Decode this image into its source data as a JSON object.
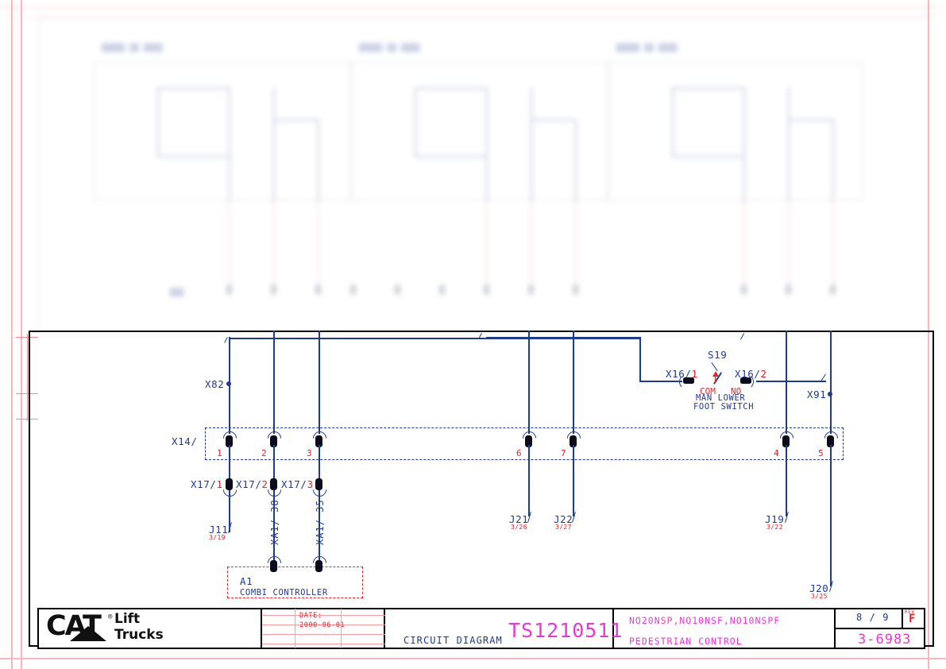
{
  "document": {
    "type": "circuit-diagram",
    "drawing_number": "TS1210511",
    "caption": "CIRCUIT DIAGRAM",
    "models": "NO20NSP,NO10NSF,NO10NSPF",
    "subject": "PEDESTRIAN CONTROL",
    "sheet": "8 / 9",
    "rev_label": "REV",
    "rev_value": "F",
    "part_number": "3-6983",
    "date_label": "DATE:",
    "date_value": "2000-06-01",
    "brand_cat": "CAT",
    "brand_reg": "®",
    "brand_line1": "Lift",
    "brand_line2": "Trucks"
  },
  "colors": {
    "wire_blue": "#1f3a93",
    "annotation_red": "#e8232a",
    "magenta": "#e83ad2",
    "pin_black": "#0b0b1a",
    "border_black": "#000000",
    "margin_pink": "#f7b9bd"
  },
  "schematic": {
    "switch": {
      "designator": "S19",
      "terminal_left": {
        "prefix": "X16/",
        "pin": "1"
      },
      "terminal_right": {
        "prefix": "X16/",
        "pin": "2"
      },
      "contact_com": "COM",
      "contact_no": "NO",
      "description_line1": "MAN LOWER",
      "description_line2": "FOOT SWITCH"
    },
    "nodes": [
      {
        "name": "X82"
      },
      {
        "name": "X91"
      }
    ],
    "connector_x14": {
      "label": "X14/",
      "pins": [
        "1",
        "2",
        "3",
        "6",
        "7",
        "4",
        "5"
      ]
    },
    "connector_x17": [
      {
        "prefix": "X17/",
        "pin": "1"
      },
      {
        "prefix": "X17/",
        "pin": "2"
      },
      {
        "prefix": "X17/",
        "pin": "3"
      }
    ],
    "junctions": [
      {
        "name": "J11",
        "ref": "3/19"
      },
      {
        "name": "J21",
        "ref": "3/26"
      },
      {
        "name": "J22",
        "ref": "3/27"
      },
      {
        "name": "J19",
        "ref": "3/22"
      },
      {
        "name": "J20",
        "ref": "3/25"
      }
    ],
    "wire_tags": [
      {
        "text": "XA1/ 38"
      },
      {
        "text": "XA1/ 35"
      }
    ],
    "device_a1": {
      "designator": "A1",
      "description": "COMBI CONTROLLER"
    }
  }
}
